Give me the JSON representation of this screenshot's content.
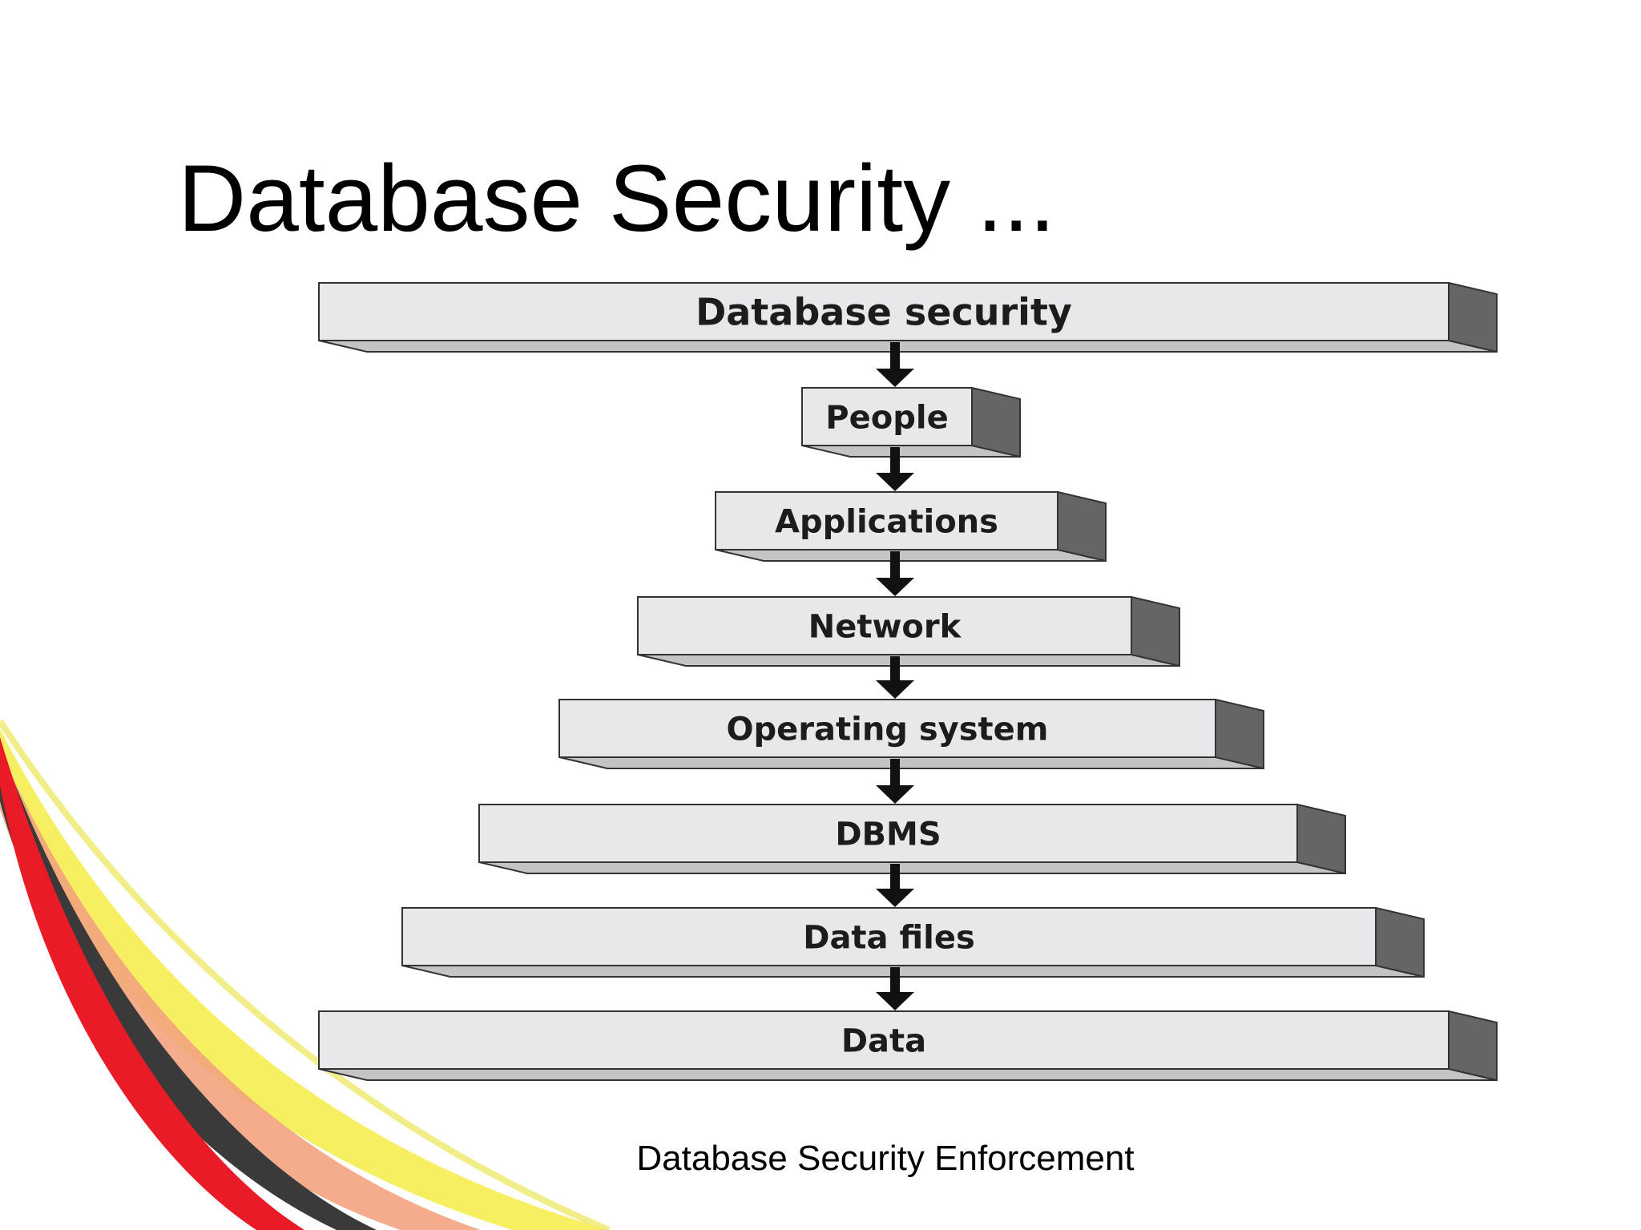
{
  "slide": {
    "title": "Database Security ...",
    "caption": "Database Security Enforcement"
  },
  "diagram": {
    "layers": [
      {
        "label": "Database security"
      },
      {
        "label": "People"
      },
      {
        "label": "Applications"
      },
      {
        "label": "Network"
      },
      {
        "label": "Operating system"
      },
      {
        "label": "DBMS"
      },
      {
        "label": "Data files"
      },
      {
        "label": "Data"
      }
    ]
  },
  "colors": {
    "block_face": "#e8e7e9",
    "block_side": "#656565",
    "block_bottom": "#c4c4c4",
    "arrow": "#111111",
    "swoosh": [
      "#e81b27",
      "#f2ea2c",
      "#f4a37f",
      "#3a3a3a"
    ]
  }
}
